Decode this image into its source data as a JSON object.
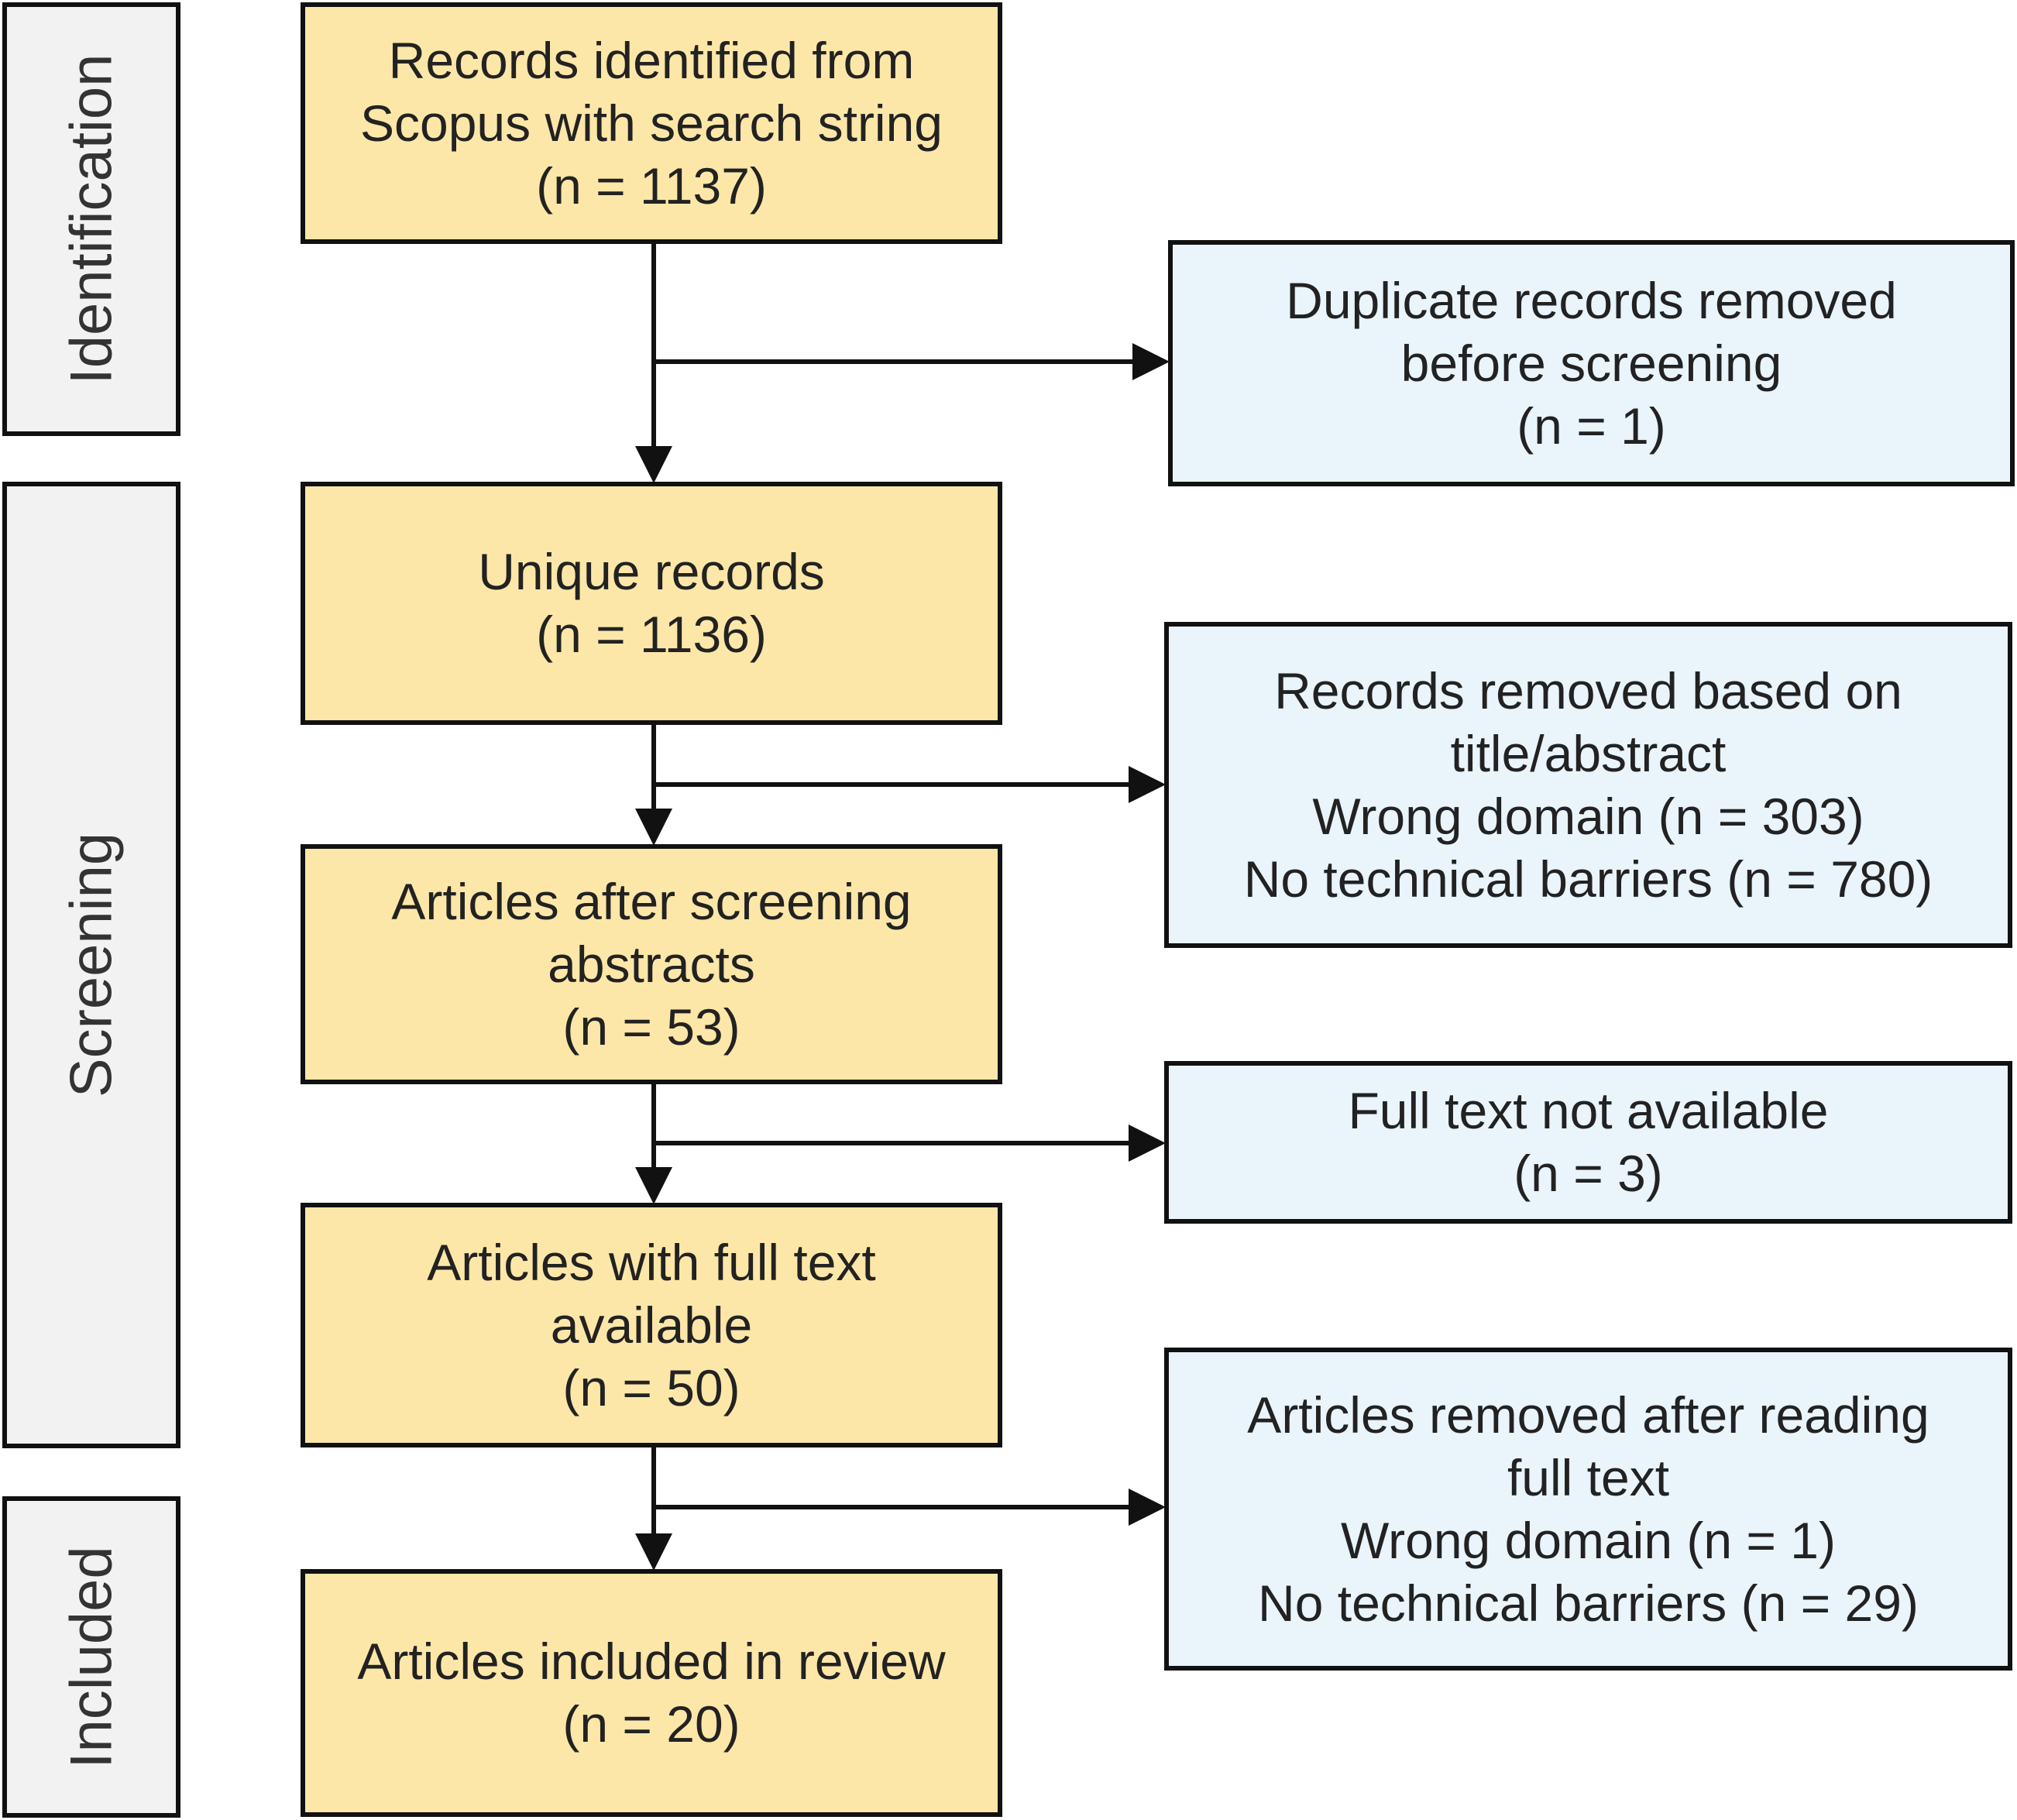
{
  "colors": {
    "main_fill": "#fde7a8",
    "side_fill": "#e9f4fb",
    "phase_fill": "#f2f2f2",
    "stroke": "#111111"
  },
  "phases": {
    "identification": "Identification",
    "screening": "Screening",
    "included": "Included"
  },
  "main": {
    "records_identified": [
      "Records identified from",
      "Scopus with search string",
      "(n = 1137)"
    ],
    "unique_records": [
      "Unique records",
      "(n = 1136)"
    ],
    "after_screening": [
      "Articles after screening",
      "abstracts",
      "(n = 53)"
    ],
    "full_text_available": [
      "Articles with full text",
      "available",
      "(n = 50)"
    ],
    "included": [
      "Articles included in review",
      "(n = 20)"
    ]
  },
  "side": {
    "duplicates": [
      "Duplicate records removed",
      "before screening",
      "(n = 1)"
    ],
    "removed_title_abstract": [
      "Records removed based on",
      "title/abstract",
      "Wrong domain (n = 303)",
      "No technical barriers (n = 780)"
    ],
    "full_text_not_available": [
      "Full text not available",
      "(n = 3)"
    ],
    "removed_full_text": [
      "Articles removed after reading",
      "full text",
      "Wrong domain (n = 1)",
      "No technical barriers (n = 29)"
    ]
  }
}
